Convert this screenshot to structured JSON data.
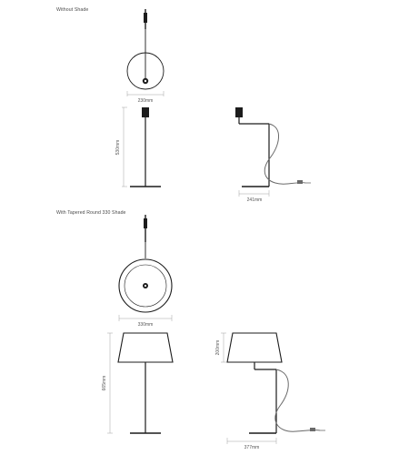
{
  "sections": {
    "without_shade": "Without Shade",
    "with_shade": "With Tapered Round 330 Shade"
  },
  "dimensions": {
    "top_view_width": "230mm",
    "front_height": "530mm",
    "side_depth": "241mm",
    "shade_top_width": "330mm",
    "shade_front_height": "665mm",
    "shade_height": "200mm",
    "shade_side_depth": "377mm"
  },
  "colors": {
    "lamp": "#1c1c1c",
    "cord": "#6a6a6a",
    "dimension": "#9a9a9a",
    "text": "#4a4a4a"
  }
}
